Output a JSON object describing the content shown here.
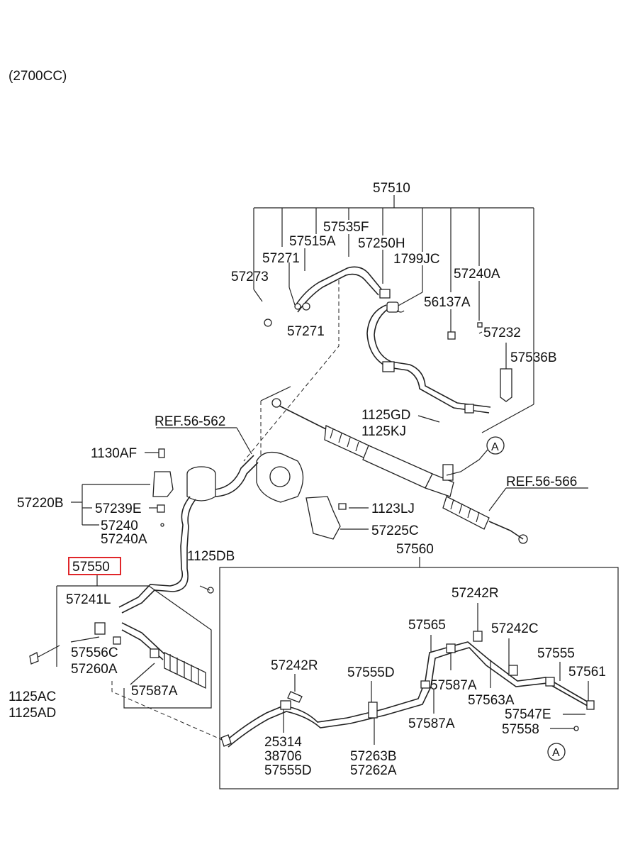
{
  "header": {
    "engine": "(2700CC)"
  },
  "labels": {
    "p57510": "57510",
    "p57535F": "57535F",
    "p57515A": "57515A",
    "p57250H": "57250H",
    "p57271a": "57271",
    "p1799JC": "1799JC",
    "p57273": "57273",
    "p57240A": "57240A",
    "p56137A": "56137A",
    "p57271b": "57271",
    "p57232": "57232",
    "p57536B": "57536B",
    "ref1": "REF.56-562",
    "p1125GD": "1125GD",
    "p1125KJ": "1125KJ",
    "p1130AF": "1130AF",
    "circleA1": "A",
    "ref2": "REF.56-566",
    "p57220B": "57220B",
    "p57239E": "57239E",
    "p1123LJ": "1123LJ",
    "p57240": "57240",
    "p57225C": "57225C",
    "p57240Ab": "57240A",
    "p57560": "57560",
    "p1125DB": "1125DB",
    "p57550": "57550",
    "p57241L": "57241L",
    "p57242Ra": "57242R",
    "p57565": "57565",
    "p57242C": "57242C",
    "p57556C": "57556C",
    "p57260A": "57260A",
    "p57555": "57555",
    "p57242Rb": "57242R",
    "p57555Da": "57555D",
    "p57561": "57561",
    "p57587Aa": "57587A",
    "p1125AC": "1125AC",
    "p57587Ab": "57587A",
    "p57563A": "57563A",
    "p1125AD": "1125AD",
    "p57547E": "57547E",
    "p57587Ac": "57587A",
    "p57558": "57558",
    "p25314": "25314",
    "circleA2": "A",
    "p38706": "38706",
    "p57263B": "57263B",
    "p57555Db": "57555D",
    "p57262A": "57262A"
  },
  "colors": {
    "highlight": "#e0262a",
    "ink": "#222222"
  }
}
